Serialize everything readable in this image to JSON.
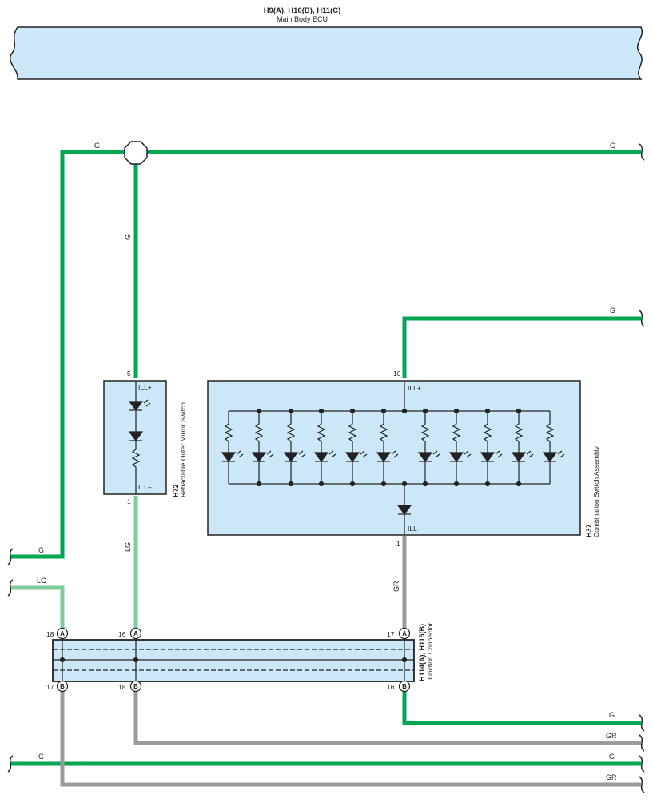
{
  "ecu": {
    "connectors": "H9(A), H10(B), H11(C)",
    "name": "Main Body ECU"
  },
  "mirror_switch": {
    "code": "H72",
    "name": "Retractable Outer Mirror Switch",
    "pin_top": "5",
    "pin_bottom": "1",
    "ill_plus": "ILL+",
    "ill_minus": "ILL–"
  },
  "combo_switch": {
    "code": "H37",
    "name": "Combination Switch Assembly",
    "pin_top": "10",
    "pin_bottom": "1",
    "ill_plus": "ILL+",
    "ill_minus": "ILL–"
  },
  "junction": {
    "code": "H114(A), H115(B)",
    "name": "Junction Connector",
    "pins_top": [
      "18",
      "16",
      "17"
    ],
    "pins_bottom": [
      "17",
      "18",
      "16"
    ],
    "conn_top": "A",
    "conn_bottom": "B"
  },
  "wires": {
    "top_left": "G",
    "top_right": "G",
    "mirror_vert": "G",
    "combo_right": "G",
    "left_g": "G",
    "left_lg": "LG",
    "mirror_lg": "LG",
    "combo_gr": "GR",
    "bottom_g1": "G",
    "bottom_gr1": "GR",
    "bottom_g2_left": "G",
    "bottom_g2_right": "G",
    "bottom_gr2": "GR"
  },
  "colors": {
    "green": "#00a650",
    "light_green": "#7fcc9a",
    "gray": "#9b9b9b",
    "box_fill": "#cce8f8"
  }
}
